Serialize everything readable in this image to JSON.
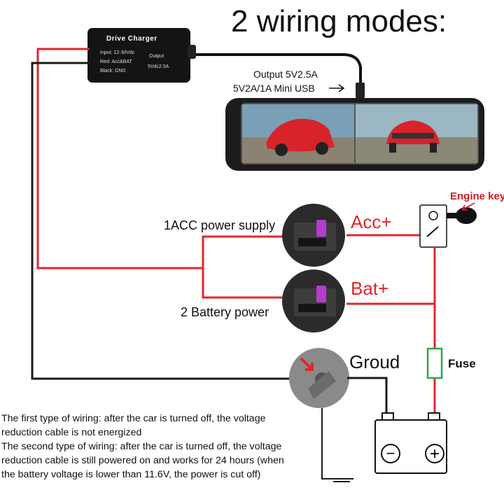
{
  "title": "2 wiring modes:",
  "charger": {
    "name": "Drive Charger",
    "input": "Input: 12-30Vdc",
    "red": "Red: Acc&BAT",
    "black": "Black: GND",
    "output_label": "Output",
    "output_value": "5Vdc2.5A"
  },
  "output_label": "Output 5V2.5A",
  "usb_label": "5V2A/1A Mini USB",
  "acc_supply_label": "1ACC power supply",
  "battery_power_label": "2 Battery power",
  "acc_plus": "Acc+",
  "bat_plus": "Bat+",
  "engine_key": "Engine key",
  "ground_label": "Groud",
  "fuse_label": "Fuse",
  "battery_minus": "−",
  "battery_plus": "+",
  "notes": [
    "The first type of wiring: after the car is turned off, the voltage",
    "reduction cable is not energized",
    "The second type of wiring: after the car is turned off, the voltage",
    "reduction cable is still powered on and works for 24 hours (when",
    "the battery voltage is lower than 11.6V, the power is cut off)"
  ],
  "colors": {
    "wire_red": "#e3262c",
    "wire_black": "#1a1a1a",
    "fuse_green": "#2fa84a"
  }
}
